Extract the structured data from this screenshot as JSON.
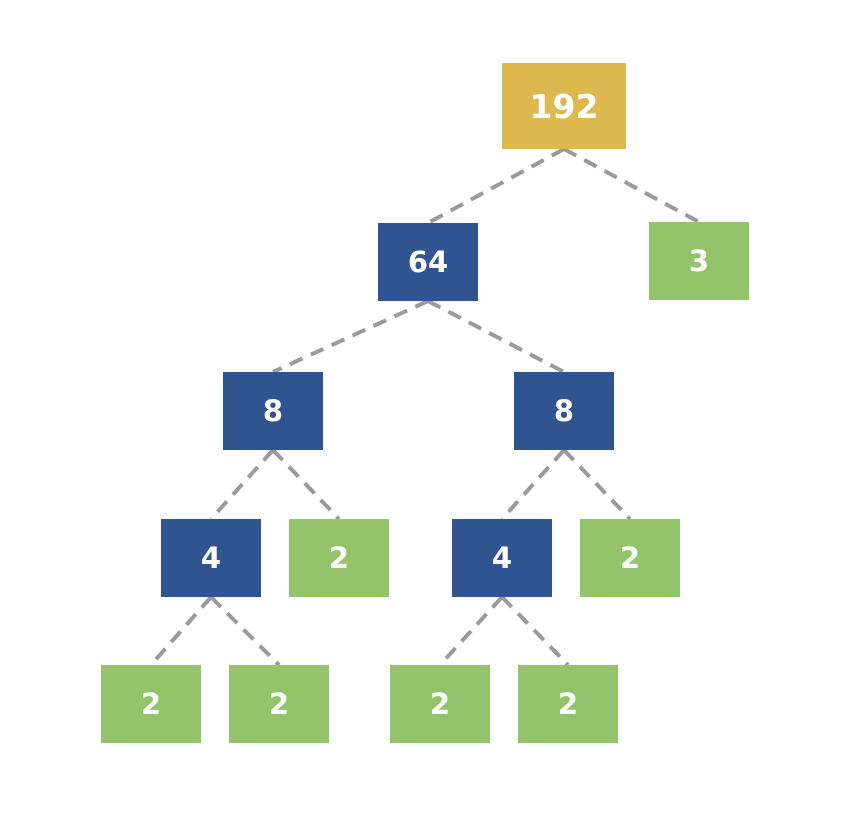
{
  "colors": {
    "root": "#dcb84f",
    "composite": "#30548f",
    "prime": "#93c36a",
    "edge": "#9a9a9a"
  },
  "tree": {
    "nodes": [
      {
        "id": "n192",
        "value": "192",
        "kind": "root"
      },
      {
        "id": "n64",
        "value": "64",
        "kind": "composite"
      },
      {
        "id": "n3",
        "value": "3",
        "kind": "prime"
      },
      {
        "id": "n8a",
        "value": "8",
        "kind": "composite"
      },
      {
        "id": "n8b",
        "value": "8",
        "kind": "composite"
      },
      {
        "id": "n4a",
        "value": "4",
        "kind": "composite"
      },
      {
        "id": "n2a",
        "value": "2",
        "kind": "prime"
      },
      {
        "id": "n4b",
        "value": "4",
        "kind": "composite"
      },
      {
        "id": "n2b",
        "value": "2",
        "kind": "prime"
      },
      {
        "id": "n2c",
        "value": "2",
        "kind": "prime"
      },
      {
        "id": "n2d",
        "value": "2",
        "kind": "prime"
      },
      {
        "id": "n2e",
        "value": "2",
        "kind": "prime"
      },
      {
        "id": "n2f",
        "value": "2",
        "kind": "prime"
      }
    ],
    "edges": [
      [
        "n192",
        "n64"
      ],
      [
        "n192",
        "n3"
      ],
      [
        "n64",
        "n8a"
      ],
      [
        "n64",
        "n8b"
      ],
      [
        "n8a",
        "n4a"
      ],
      [
        "n8a",
        "n2a"
      ],
      [
        "n8b",
        "n4b"
      ],
      [
        "n8b",
        "n2b"
      ],
      [
        "n4a",
        "n2c"
      ],
      [
        "n4a",
        "n2d"
      ],
      [
        "n4b",
        "n2e"
      ],
      [
        "n4b",
        "n2f"
      ]
    ]
  }
}
